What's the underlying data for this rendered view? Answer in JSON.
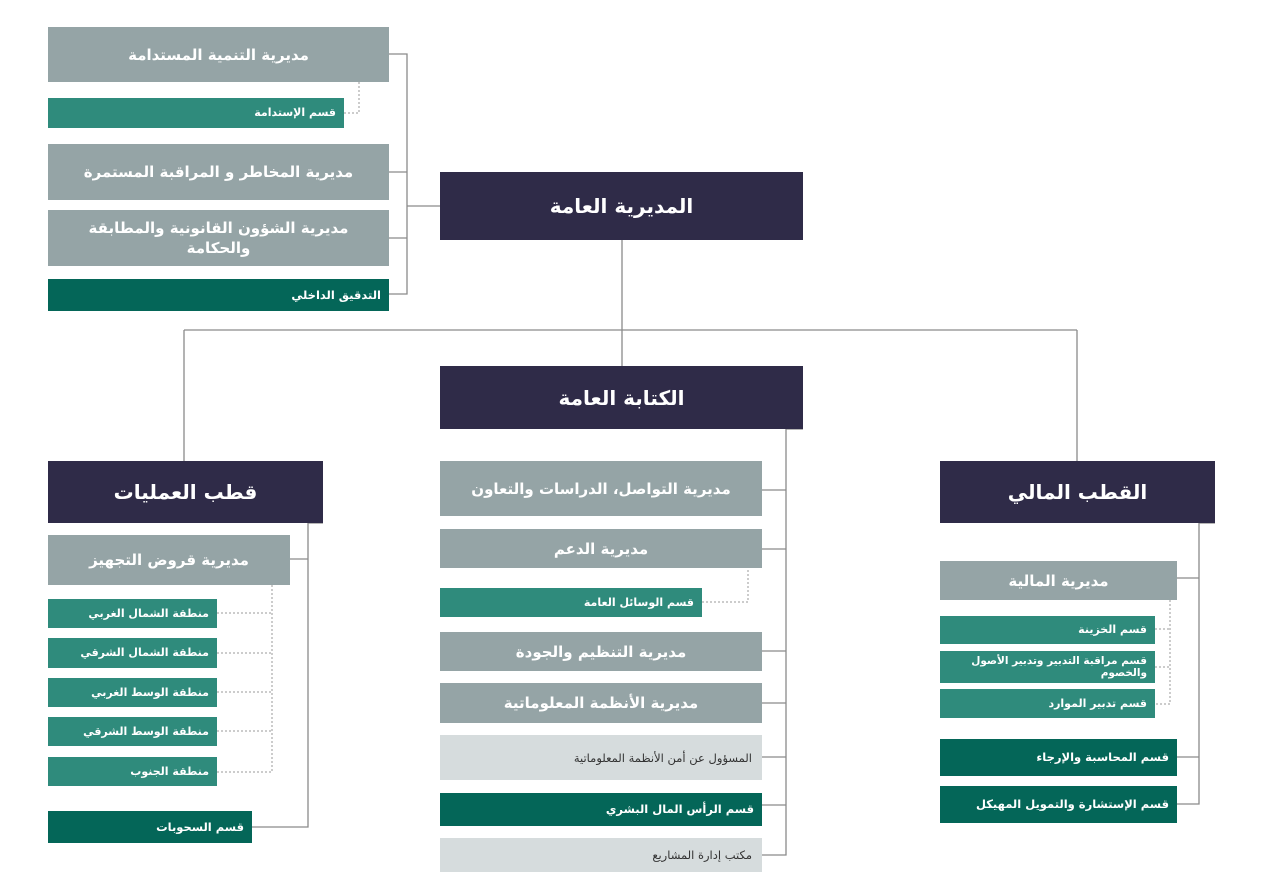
{
  "general_directorate": "المديرية العامة",
  "left_branch": {
    "sustainable_development": "مديرية التنمية المستدامة",
    "sustainability_section": "قسم الإستدامة",
    "risk_monitoring": "مديرية المخاطر و المراقبة المستمرة",
    "legal_affairs": "مديرية الشؤون القانونية والمطابقة والحكامة",
    "internal_audit": "التدقيق الداخلي"
  },
  "general_secretariat": {
    "title": "الكتابة العامة",
    "communication": "مديرية التواصل، الدراسات والتعاون",
    "support": "مديرية الدعم",
    "general_means": "قسم الوسائل العامة",
    "organization_quality": "مديرية التنظيم والجودة",
    "information_systems": "مديرية الأنظمة المعلوماتية",
    "is_security": "المسؤول عن أمن الأنظمة المعلوماتية",
    "human_capital": "قسم الرأس المال البشري",
    "project_office": "مكتب إدارة المشاريع"
  },
  "operations_pole": {
    "title": "قطب العمليات",
    "equipment_loans": "مديرية قروض التجهيز",
    "regions": [
      "منطقة الشمال الغربي",
      "منطقة الشمال الشرقي",
      "منطقة الوسط الغربي",
      "منطقة الوسط الشرقي",
      "منطقة الجنوب"
    ],
    "withdrawals": "قسم السحوبات"
  },
  "financial_pole": {
    "title": "القطب المالي",
    "finance_directorate": "مديرية المالية",
    "treasury": "قسم الخزينة",
    "asset_liability": "قسم مراقبة التدبير وتدبير الأصول والخصوم",
    "resources": "قسم تدبير الموارد",
    "accounting": "قسم المحاسبة والإرجاء",
    "structured_finance": "قسم الإستشارة والتمويل المهيكل"
  },
  "colors": {
    "header": "#2f2b48",
    "directorate": "#95a4a6",
    "section": "#2f8b7c",
    "section_dark": "#046658",
    "light": "#d6dcdd",
    "connector": "#7a7a7a"
  }
}
